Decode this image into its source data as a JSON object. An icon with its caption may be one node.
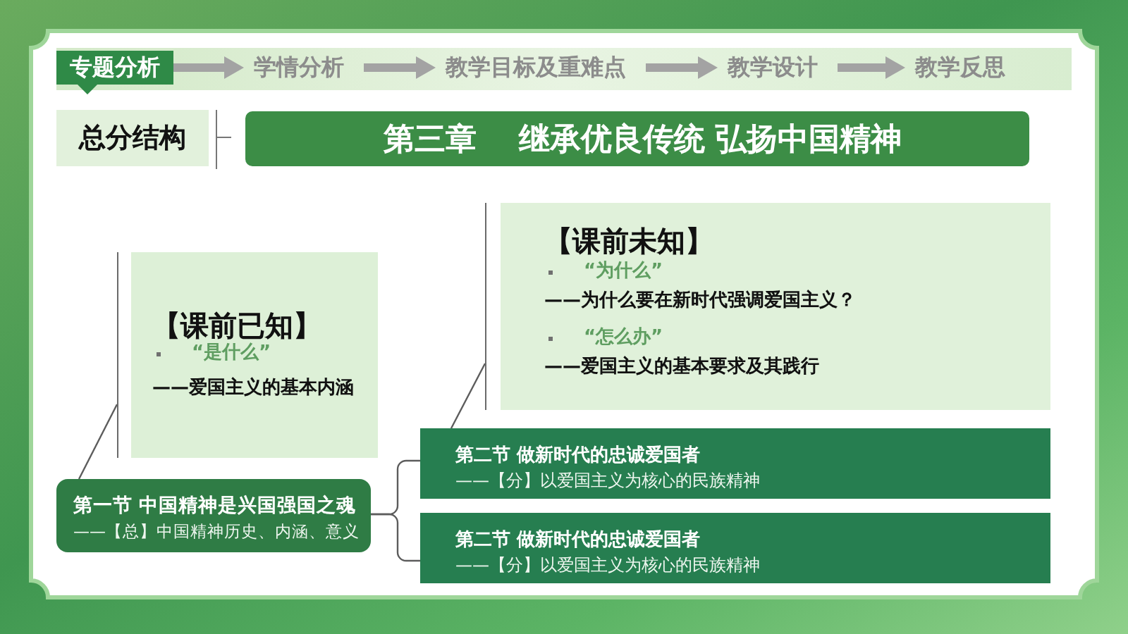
{
  "diagram": {
    "nodes": [
      {
        "text": [
          "专题分析"
        ]
      },
      {
        "text": [
          "学情分析"
        ]
      },
      {
        "text": [
          "教学目标及重难点"
        ]
      },
      {
        "text": [
          "教学设计"
        ]
      },
      {
        "text": [
          "教学反思"
        ]
      },
      {
        "text": [
          "总分结构"
        ]
      },
      {
        "text": [
          "第三章",
          "继承优良传统 弘扬中国精神"
        ]
      },
      {
        "text": [
          "【课前已知】",
          "“是什么”",
          "——爱国主义的基本内涵"
        ]
      },
      {
        "text": [
          "【课前未知】",
          "“为什么”",
          "——为什么要在新时代强调爱国主义？",
          "“怎么办”",
          "——爱国主义的基本要求及其践行"
        ]
      },
      {
        "text": [
          "第一节 中国精神是兴国强国之魂",
          "——【总】中国精神历史、内涵、意义"
        ]
      },
      {
        "text": [
          "第二节 做新时代的忠诚爱国者",
          "——【分】以爱国主义为核心的民族精神"
        ]
      },
      {
        "text": [
          "第二节 做新时代的忠诚爱国者",
          "——【分】以爱国主义为核心的民族精神"
        ]
      }
    ],
    "edges": [
      {
        "from": 0,
        "to": 1,
        "arrow": "to",
        "style": "thick",
        "color": "#a3a3a3"
      },
      {
        "from": 1,
        "to": 2,
        "arrow": "to",
        "style": "thick",
        "color": "#a3a3a3"
      },
      {
        "from": 2,
        "to": 3,
        "arrow": "to",
        "style": "thick",
        "color": "#a3a3a3"
      },
      {
        "from": 3,
        "to": 4,
        "arrow": "to",
        "style": "thick",
        "color": "#a3a3a3"
      },
      {
        "from": 9,
        "to": 7,
        "arrow": "none"
      },
      {
        "from": 10,
        "to": 8,
        "arrow": "none"
      },
      {
        "from": 9,
        "to": 10,
        "arrow": "none"
      },
      {
        "from": 9,
        "to": 11,
        "arrow": "none"
      }
    ]
  }
}
